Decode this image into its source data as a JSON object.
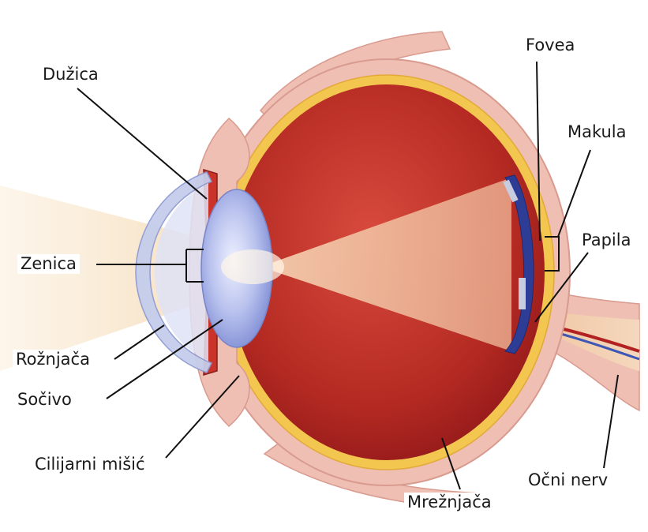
{
  "labels": {
    "duzica": "Dužica",
    "zenica": "Zenica",
    "roznjaca": "Rožnjača",
    "socivo": "Sočivo",
    "cilijarni": "Cilijarni mišić",
    "fovea": "Fovea",
    "makula": "Makula",
    "papila": "Papila",
    "ocni_nerv": "Očni nerv",
    "mreznjaca": "Mrežnjača"
  },
  "colors": {
    "sclera": "#eebfb2",
    "sclera_edge": "#d99a8f",
    "choroid": "#f3c64f",
    "vitreous": "#b2241e",
    "vitreous_light": "#d2463a",
    "light_beam": "#f7e1c4",
    "lens": "#aab4e6",
    "cornea": "#c5cdeb",
    "retina_band": "#2d3d96",
    "leader_line": "#111111"
  }
}
